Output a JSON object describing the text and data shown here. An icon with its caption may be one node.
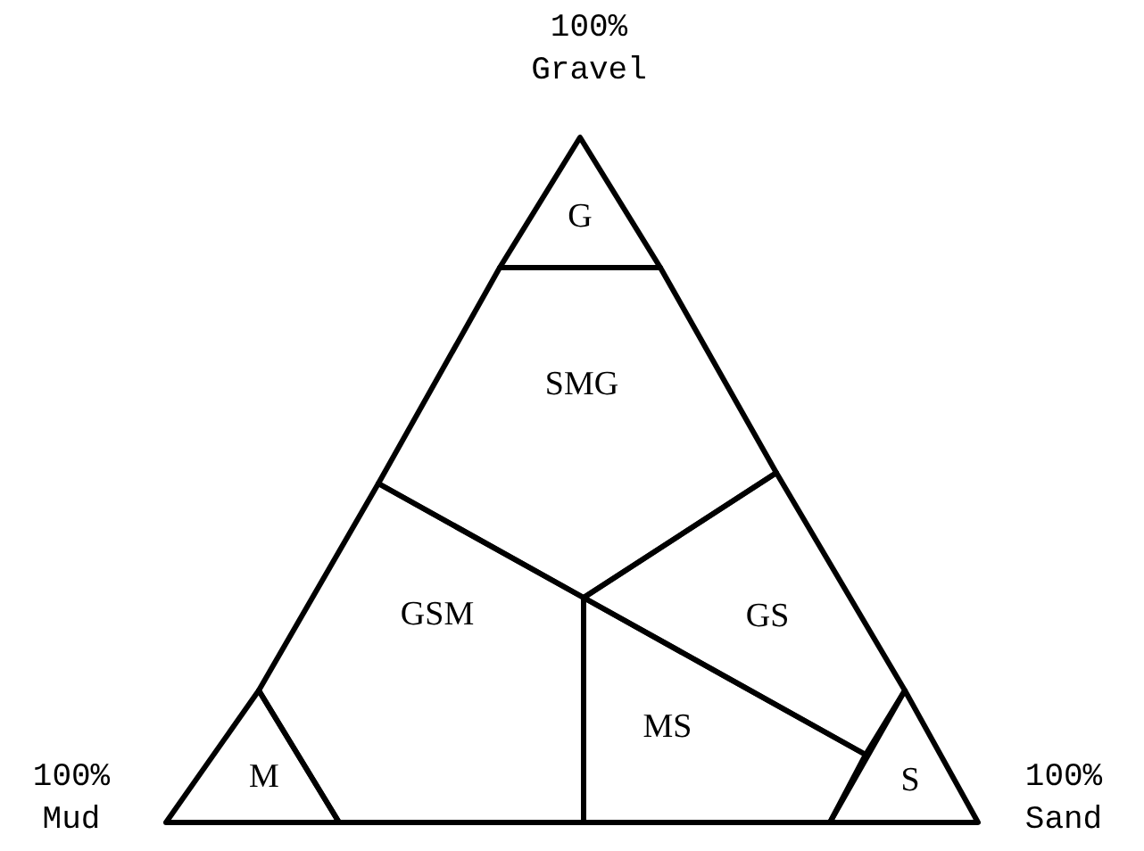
{
  "diagram": {
    "nodes": [
      {
        "text": [
          "G"
        ]
      },
      {
        "text": [
          "SMG"
        ]
      },
      {
        "text": [
          "GSM"
        ]
      },
      {
        "text": [
          "GS"
        ]
      },
      {
        "text": [
          "MS"
        ]
      },
      {
        "text": [
          "M"
        ]
      },
      {
        "text": [
          "S"
        ]
      }
    ],
    "labels": [
      "100% Gravel",
      "100% Mud",
      "100% Sand"
    ]
  }
}
